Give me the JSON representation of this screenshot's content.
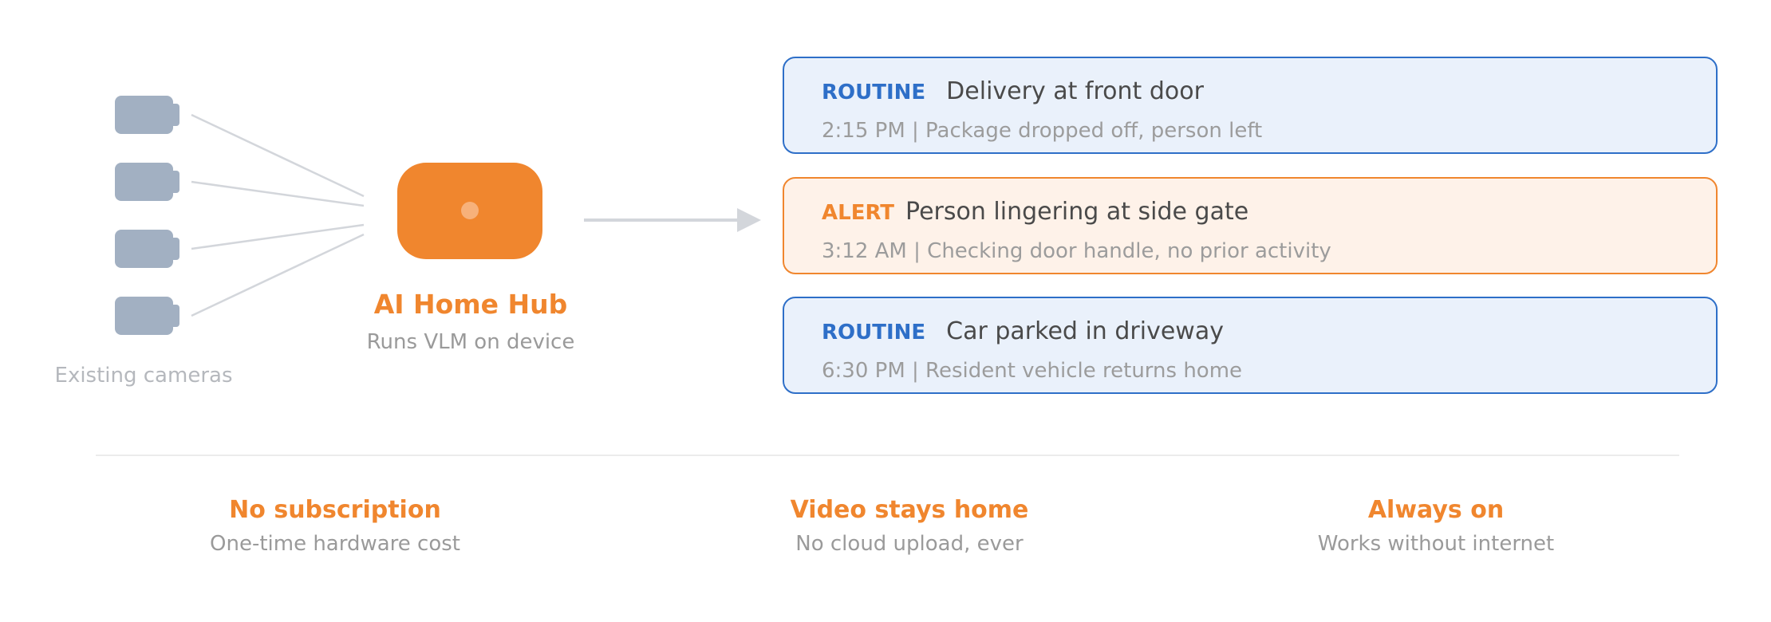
{
  "cameras": {
    "count": 4,
    "caption": "Existing cameras",
    "icon": "camera-icon",
    "color": "#a2b0c2"
  },
  "hub": {
    "title": "AI Home Hub",
    "subtitle": "Runs VLM on device",
    "color": "#f0862e",
    "icon": "hub-device-icon"
  },
  "events": [
    {
      "kind": "routine",
      "tag": "ROUTINE",
      "headline": "Delivery at front door",
      "detail": "2:15 PM | Package dropped off, person left"
    },
    {
      "kind": "alert",
      "tag": "ALERT",
      "headline": "Person lingering at side gate",
      "detail": "3:12 AM | Checking door handle, no prior activity"
    },
    {
      "kind": "routine",
      "tag": "ROUTINE",
      "headline": "Car parked in driveway",
      "detail": "6:30 PM | Resident vehicle returns home"
    }
  ],
  "features": [
    {
      "title": "No subscription",
      "subtitle": "One-time hardware cost"
    },
    {
      "title": "Video stays home",
      "subtitle": "No cloud upload, ever"
    },
    {
      "title": "Always on",
      "subtitle": "Works without internet"
    }
  ],
  "colors": {
    "routine_accent": "#2e6fc8",
    "routine_bg": "#eaf1fb",
    "alert_accent": "#f0862e",
    "alert_bg": "#fef2e9",
    "connector": "#d3d6db"
  }
}
